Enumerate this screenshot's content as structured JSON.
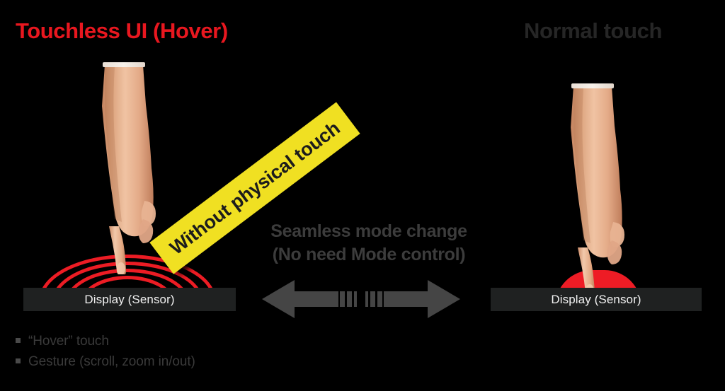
{
  "diagram": {
    "title_left": "Touchless UI (Hover)",
    "title_right": "Normal touch",
    "colors": {
      "title_left": "#E8171F",
      "title_right": "#262626",
      "banner_fill": "#F0E022",
      "banner_text": "#1C1C1C",
      "arcs_red": "#EC1C24",
      "dome_red": "#EE1C25",
      "display_bar": "#1F2121",
      "display_label": "#F2F2F2",
      "arrow_gray": "#454545",
      "caption_gray": "#3C3C3C",
      "background": "#000000"
    }
  },
  "banner": {
    "label": "Without physical touch"
  },
  "center": {
    "line1": "Seamless mode change",
    "line2": "(No need Mode control)"
  },
  "panels": {
    "left": {
      "display_label": "Display (Sensor)",
      "hover_arc_count": 4,
      "hand_state": "index-finger-hovering-above-display"
    },
    "right": {
      "display_label": "Display (Sensor)",
      "hand_state": "index-finger-touching-display"
    }
  },
  "arrows": {
    "left_arrow": "arrow-left",
    "right_arrow": "arrow-right",
    "tail_segments": 3
  },
  "bullets": [
    {
      "text": "“Hover” touch"
    },
    {
      "text": "Gesture (scroll, zoom in/out)"
    }
  ]
}
